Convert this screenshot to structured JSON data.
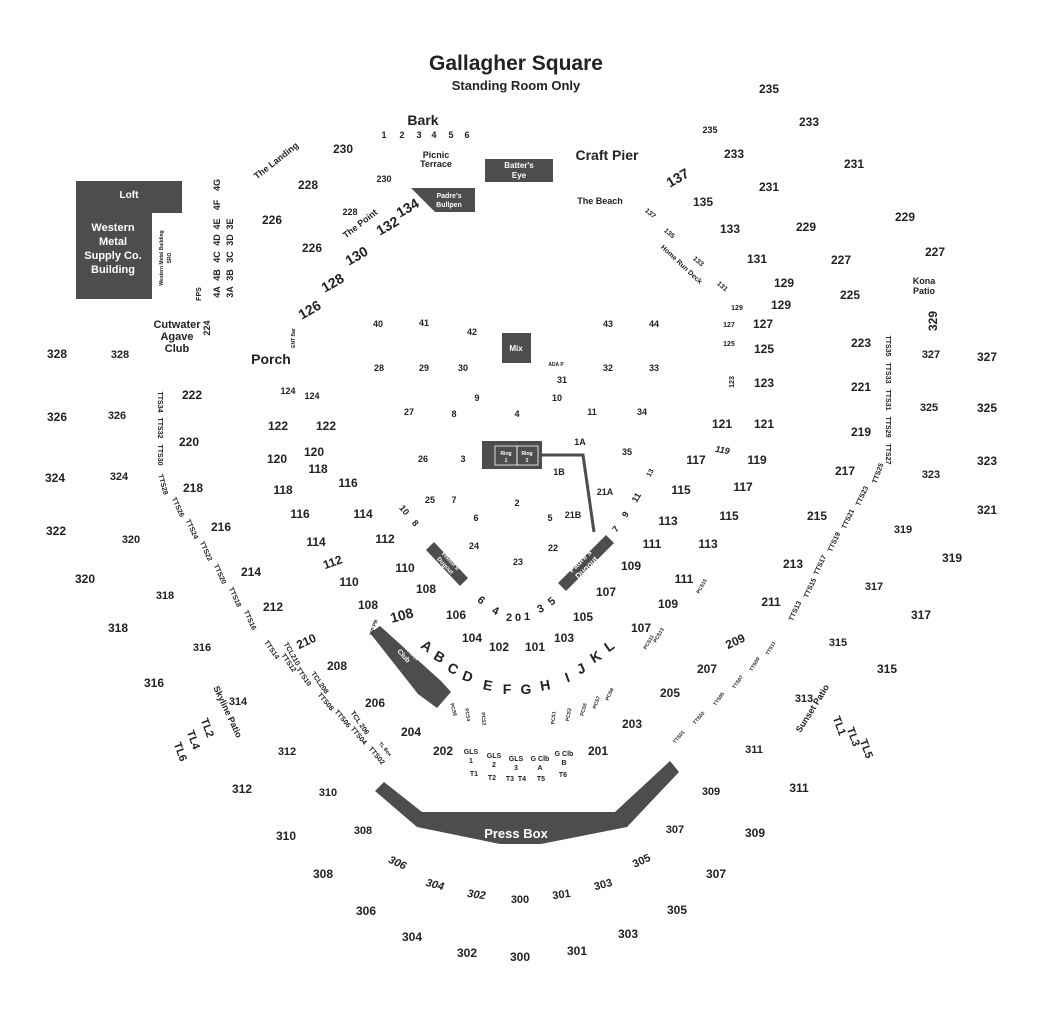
{
  "venue": {
    "title": "Gallagher Square",
    "subtitle": "Standing Room Only"
  },
  "areas": {
    "bark": "Bark",
    "picnic_terrace_1": "Picnic",
    "picnic_terrace_2": "Terrace",
    "craft_pier": "Craft Pier",
    "the_beach": "The Beach",
    "home_run_deck": "Home Run Deck",
    "the_landing": "The Landing",
    "the_point": "The Point",
    "porch": "Porch",
    "cutwater_1": "Cutwater",
    "cutwater_2": "Agave",
    "cutwater_3": "Club",
    "kona_1": "Kona",
    "kona_2": "Patio",
    "skyline_patio": "Skyline Patio",
    "sunset_patio": "Sunset Patio",
    "wmb_sro_1": "Western Metal Building",
    "wmb_sro_2": "SRO",
    "fps": "FPS",
    "ada": "ADA P",
    "ent_bar": "ENT Bar",
    "vip_pb": "VIP PB",
    "tl_box": "TL Box"
  },
  "boxes": {
    "loft": "Loft",
    "western_1": "Western",
    "western_2": "Metal",
    "western_3": "Supply Co.",
    "western_4": "Building",
    "batters_1": "Batter's",
    "batters_2": "Eye",
    "padres_bullpen_1": "Padre's",
    "padres_bullpen_2": "Bullpen",
    "mix": "Mix",
    "ring1_a": "Ring",
    "ring1_b": "1",
    "ring2_a": "Ring",
    "ring2_b": "2",
    "visitors_1": "Visitor's",
    "visitors_2": "Dugout",
    "padres_dugout_1": "Padre's",
    "padres_dugout_2": "Dugout",
    "premier_1": "Premier",
    "premier_2": "Club",
    "press_box": "Press Box"
  },
  "sections": {
    "s235a": "235",
    "s233a": "233",
    "s231a": "231",
    "s229a": "229",
    "s227a": "227",
    "s329": "329",
    "s235b": "235",
    "s233b": "233",
    "s231b": "231",
    "s229b": "229",
    "s227b": "227",
    "s225": "225",
    "s223": "223",
    "s221": "221",
    "s219": "219",
    "s217": "217",
    "s215": "215",
    "s213": "213",
    "s211": "211",
    "s209": "209",
    "s207": "207",
    "s205": "205",
    "s203": "203",
    "s201": "201",
    "s230a": "230",
    "s228a": "228",
    "s226a": "226",
    "s230b": "230",
    "s228b": "228",
    "s226b": "226",
    "s224": "224",
    "s222": "222",
    "s220": "220",
    "s218": "218",
    "s216": "216",
    "s214": "214",
    "s212": "212",
    "s210": "210",
    "s208": "208",
    "s206": "206",
    "s204": "204",
    "s202": "202",
    "s137a": "137",
    "s135a": "135",
    "s133a": "133",
    "s131a": "131",
    "s129a": "129",
    "s127a": "127",
    "s125a": "125",
    "s123a": "123",
    "s121a": "121",
    "s119a": "119",
    "s117a": "117",
    "s115a": "115",
    "s113a": "113",
    "s111a": "111",
    "s109a": "109",
    "s107a": "107",
    "s105": "105",
    "s103": "103",
    "s101": "101",
    "s137b": "137",
    "s135b": "135",
    "s133b": "133",
    "s131b": "131",
    "s129b": "129",
    "s129c": "129",
    "s127b": "127",
    "s125b": "125",
    "s123b": "123",
    "s121b": "121",
    "s119b": "119",
    "s117b": "117",
    "s115b": "115",
    "s113b": "113",
    "s111b": "111",
    "s109b": "109",
    "s107b": "107",
    "s134": "134",
    "s132": "132",
    "s130": "130",
    "s128": "128",
    "s126": "126",
    "s124a": "124",
    "s124b": "124",
    "s122a": "122",
    "s122b": "122",
    "s120a": "120",
    "s120b": "120",
    "s118a": "118",
    "s118b": "118",
    "s116a": "116",
    "s116b": "116",
    "s114a": "114",
    "s114b": "114",
    "s112a": "112",
    "s112b": "112",
    "s110a": "110",
    "s110b": "110",
    "s108a": "108",
    "s108b": "108",
    "s106": "106",
    "s104": "104",
    "s102": "102",
    "f40": "40",
    "f41": "41",
    "f42": "42",
    "f43": "43",
    "f44": "44",
    "f28": "28",
    "f29": "29",
    "f30": "30",
    "f31": "31",
    "f32": "32",
    "f33": "33",
    "f27": "27",
    "f8": "8",
    "f9": "9",
    "f4": "4",
    "f10": "10",
    "f11": "11",
    "f34": "34",
    "f26": "26",
    "f3": "3",
    "f1A": "1A",
    "f35": "35",
    "f1B": "1B",
    "f21A": "21A",
    "f25": "25",
    "f7": "7",
    "f2": "2",
    "f6": "6",
    "f5": "5",
    "f21B": "21B",
    "f24": "24",
    "f23": "23",
    "f22": "22",
    "d10": "10",
    "d8": "8",
    "d13": "13",
    "d11": "11",
    "d9": "9",
    "d7": "7",
    "d6": "6",
    "d4": "4",
    "d2": "2",
    "d0": "0",
    "d1": "1",
    "d3": "3",
    "d5": "5",
    "lA": "A",
    "lB": "B",
    "lC": "C",
    "lD": "D",
    "lE": "E",
    "lF": "F",
    "lG": "G",
    "lH": "H",
    "lI": "I",
    "lJ": "J",
    "lK": "K",
    "lL": "L",
    "b1": "1",
    "b2": "2",
    "b3": "3",
    "b4": "4",
    "b5": "5",
    "b6": "6",
    "w4G": "4G",
    "w4F": "4F",
    "w4E": "4E",
    "w4D": "4D",
    "w4C": "4C",
    "w4B": "4B",
    "w4A": "4A",
    "w3E": "3E",
    "w3D": "3D",
    "w3C": "3C",
    "w3B": "3B",
    "w3A": "3A",
    "u328a": "328",
    "u326a": "326",
    "u324a": "324",
    "u322": "322",
    "u320a": "320",
    "u318a": "318",
    "u316a": "316",
    "u314": "314",
    "u312a": "312",
    "u310a": "310",
    "u308a": "308",
    "u306a": "306",
    "u304a": "304",
    "u302a": "302",
    "u300a": "300",
    "u328b": "328",
    "u326b": "326",
    "u324b": "324",
    "u320b": "320",
    "u318b": "318",
    "u316b": "316",
    "u312b": "312",
    "u310b": "310",
    "u308b": "308",
    "u306b": "306",
    "u304b": "304",
    "u302b": "302",
    "u300b": "300",
    "u327a": "327",
    "u325a": "325",
    "u323a": "323",
    "u321": "321",
    "u319a": "319",
    "u317a": "317",
    "u315a": "315",
    "u313": "313",
    "u311a": "311",
    "u309a": "309",
    "u307a": "307",
    "u305a": "305",
    "u303a": "303",
    "u301a": "301",
    "u327b": "327",
    "u325b": "325",
    "u323b": "323",
    "u319b": "319",
    "u317b": "317",
    "u315b": "315",
    "u311b": "311",
    "u309b": "309",
    "u307b": "307",
    "u305b": "305",
    "u303b": "303",
    "u301b": "301",
    "TL1": "TL1",
    "TL3": "TL3",
    "TL5": "TL5",
    "TL2": "TL2",
    "TL4": "TL4",
    "TL6": "TL6",
    "TTS34": "TTS34",
    "TTS32": "TTS32",
    "TTS30": "TTS30",
    "TTS28": "TTS28",
    "TTS26": "TTS26",
    "TTS24": "TTS24",
    "TTS22": "TTS22",
    "TTS20": "TTS20",
    "TTS18": "TTS18",
    "TTS16": "TTS16",
    "TTS14": "TTS14",
    "TTS12": "TTS12",
    "TTS10": "TTS10",
    "TTS08": "TTS08",
    "TTS06": "TTS06",
    "TTS04": "TTS04",
    "TTS02": "TTS02",
    "TTS35": "TTS35",
    "TTS33": "TTS33",
    "TTS31": "TTS31",
    "TTS29": "TTS29",
    "TTS27": "TTS27",
    "TTS25": "TTS25",
    "TTS23": "TTS23",
    "TTS21": "TTS21",
    "TTS19": "TTS19",
    "TTS17": "TTS17",
    "TTS15": "TTS15",
    "TTS13": "TTS13",
    "TTS11": "TTS11",
    "TTS09": "TTS09",
    "TTS07": "TTS07",
    "TTS05": "TTS05",
    "TTS03": "TTS03",
    "TTS01": "TTS01",
    "TCL210": "TCL210",
    "TCL208": "TCL208",
    "TCL206": "TCL 206",
    "PCS6": "PCS6",
    "PCS4": "PCS4",
    "PCS2": "PCS2",
    "PCS1": "PCS1",
    "PCS3": "PCS3",
    "PCS5": "PCS5",
    "PCS7": "PCS7",
    "PCS9": "PCS9",
    "PCS11": "PCS11",
    "PCS13": "PCS13",
    "PCS15": "PCS15",
    "GLS1a": "GLS",
    "GLS1b": "1",
    "GLS2a": "GLS",
    "GLS2b": "2",
    "GLS3a": "GLS",
    "GLS3b": "3",
    "GClbAa": "G Clb",
    "GClbAb": "A",
    "GClbBa": "G Clb",
    "GClbBb": "B",
    "T1": "T1",
    "T2": "T2",
    "T3": "T3",
    "T4": "T4",
    "T5": "T5",
    "T6": "T6"
  },
  "colors": {
    "box_fill": "#4d4d4d",
    "text": "#222222",
    "background": "#ffffff"
  }
}
